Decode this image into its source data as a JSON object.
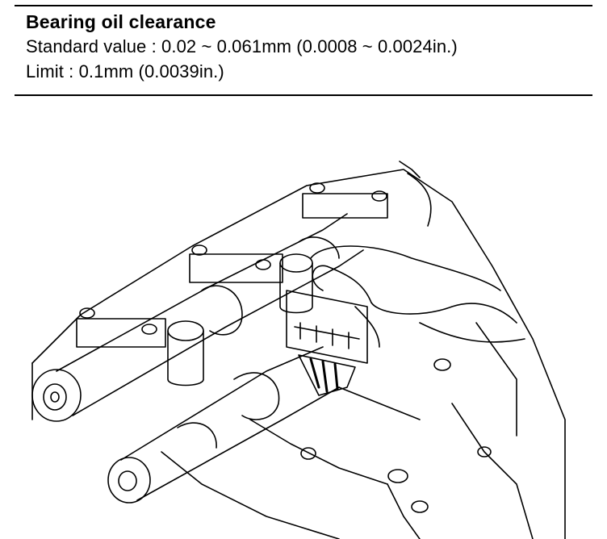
{
  "spec": {
    "title": "Bearing oil clearance",
    "standard_label": "Standard value",
    "standard_value": "0.02 ~ 0.061mm (0.0008 ~ 0.0024in.)",
    "limit_label": "Limit",
    "limit_value": "0.1mm (0.0039in.)"
  },
  "illustration": {
    "subject": "camshaft-bearing-cap-measurement",
    "colors": {
      "ink": "#000000",
      "paper": "#ffffff"
    }
  }
}
